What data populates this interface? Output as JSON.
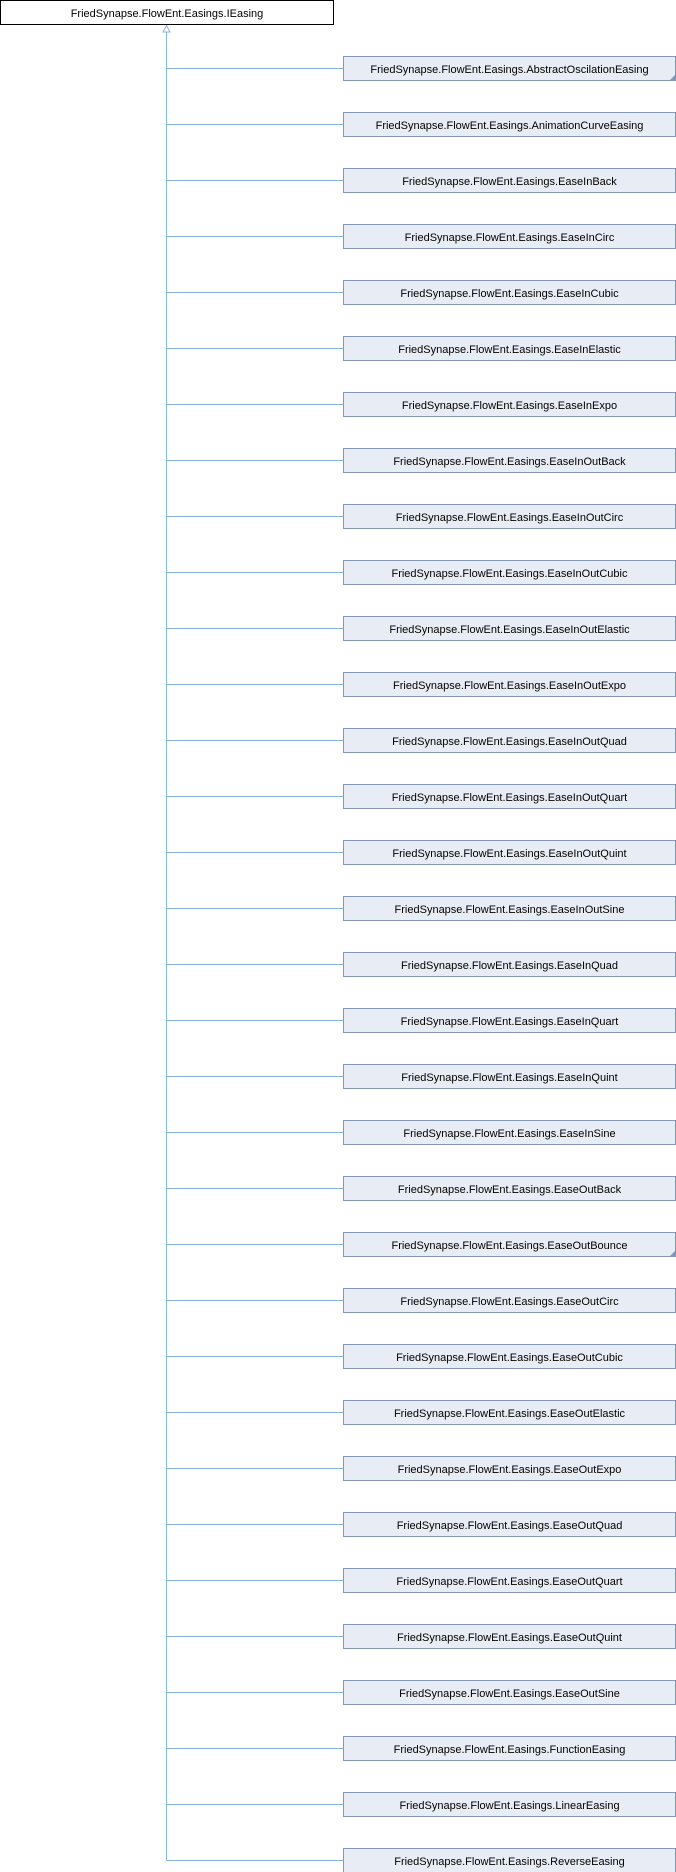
{
  "colors": {
    "root_fill": "#ffffff",
    "root_border": "#000000",
    "child_fill": "#e8edf5",
    "child_border": "#8497b8",
    "edge": "#85b5e3"
  },
  "root": {
    "label": "FriedSynapse.FlowEnt.Easings.IEasing"
  },
  "children": [
    {
      "label": "FriedSynapse.FlowEnt.Easings.AbstractOscilationEasing",
      "has_more": true
    },
    {
      "label": "FriedSynapse.FlowEnt.Easings.AnimationCurveEasing",
      "has_more": false
    },
    {
      "label": "FriedSynapse.FlowEnt.Easings.EaseInBack",
      "has_more": false
    },
    {
      "label": "FriedSynapse.FlowEnt.Easings.EaseInCirc",
      "has_more": false
    },
    {
      "label": "FriedSynapse.FlowEnt.Easings.EaseInCubic",
      "has_more": false
    },
    {
      "label": "FriedSynapse.FlowEnt.Easings.EaseInElastic",
      "has_more": false
    },
    {
      "label": "FriedSynapse.FlowEnt.Easings.EaseInExpo",
      "has_more": false
    },
    {
      "label": "FriedSynapse.FlowEnt.Easings.EaseInOutBack",
      "has_more": false
    },
    {
      "label": "FriedSynapse.FlowEnt.Easings.EaseInOutCirc",
      "has_more": false
    },
    {
      "label": "FriedSynapse.FlowEnt.Easings.EaseInOutCubic",
      "has_more": false
    },
    {
      "label": "FriedSynapse.FlowEnt.Easings.EaseInOutElastic",
      "has_more": false
    },
    {
      "label": "FriedSynapse.FlowEnt.Easings.EaseInOutExpo",
      "has_more": false
    },
    {
      "label": "FriedSynapse.FlowEnt.Easings.EaseInOutQuad",
      "has_more": false
    },
    {
      "label": "FriedSynapse.FlowEnt.Easings.EaseInOutQuart",
      "has_more": false
    },
    {
      "label": "FriedSynapse.FlowEnt.Easings.EaseInOutQuint",
      "has_more": false
    },
    {
      "label": "FriedSynapse.FlowEnt.Easings.EaseInOutSine",
      "has_more": false
    },
    {
      "label": "FriedSynapse.FlowEnt.Easings.EaseInQuad",
      "has_more": false
    },
    {
      "label": "FriedSynapse.FlowEnt.Easings.EaseInQuart",
      "has_more": false
    },
    {
      "label": "FriedSynapse.FlowEnt.Easings.EaseInQuint",
      "has_more": false
    },
    {
      "label": "FriedSynapse.FlowEnt.Easings.EaseInSine",
      "has_more": false
    },
    {
      "label": "FriedSynapse.FlowEnt.Easings.EaseOutBack",
      "has_more": false
    },
    {
      "label": "FriedSynapse.FlowEnt.Easings.EaseOutBounce",
      "has_more": true
    },
    {
      "label": "FriedSynapse.FlowEnt.Easings.EaseOutCirc",
      "has_more": false
    },
    {
      "label": "FriedSynapse.FlowEnt.Easings.EaseOutCubic",
      "has_more": false
    },
    {
      "label": "FriedSynapse.FlowEnt.Easings.EaseOutElastic",
      "has_more": false
    },
    {
      "label": "FriedSynapse.FlowEnt.Easings.EaseOutExpo",
      "has_more": false
    },
    {
      "label": "FriedSynapse.FlowEnt.Easings.EaseOutQuad",
      "has_more": false
    },
    {
      "label": "FriedSynapse.FlowEnt.Easings.EaseOutQuart",
      "has_more": false
    },
    {
      "label": "FriedSynapse.FlowEnt.Easings.EaseOutQuint",
      "has_more": false
    },
    {
      "label": "FriedSynapse.FlowEnt.Easings.EaseOutSine",
      "has_more": false
    },
    {
      "label": "FriedSynapse.FlowEnt.Easings.FunctionEasing",
      "has_more": false
    },
    {
      "label": "FriedSynapse.FlowEnt.Easings.LinearEasing",
      "has_more": false
    },
    {
      "label": "FriedSynapse.FlowEnt.Easings.ReverseEasing",
      "has_more": false
    }
  ]
}
